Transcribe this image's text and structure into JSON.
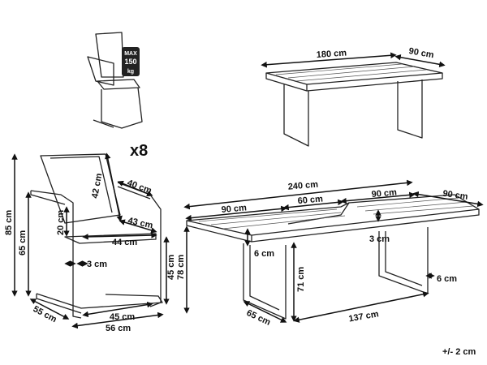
{
  "small_chair": {
    "badge_max": "MAX",
    "badge_weight": "150",
    "badge_unit": "kg"
  },
  "quantity": "x8",
  "table_closed": {
    "length": "180 cm",
    "width": "90 cm"
  },
  "chair": {
    "height": "85 cm",
    "arm_height": "65 cm",
    "back_height": "42 cm",
    "armrest_length": "40 cm",
    "back_width": "43 cm",
    "back_gap": "20 cm",
    "seat_width": "44 cm",
    "frame_thickness": "3 cm",
    "seat_height": "45 cm",
    "depth": "55 cm",
    "base_width": "45 cm",
    "total_width": "56 cm"
  },
  "table_open": {
    "total_length": "240 cm",
    "section_left": "90 cm",
    "section_middle": "60 cm",
    "section_right": "90 cm",
    "width": "90 cm",
    "top_thickness": "3 cm",
    "apron": "6 cm",
    "leg_thickness": "6 cm",
    "height": "78 cm",
    "leg_height": "71 cm",
    "leg_depth": "65 cm",
    "leg_span": "137 cm"
  },
  "tolerance": "+/- 2 cm"
}
